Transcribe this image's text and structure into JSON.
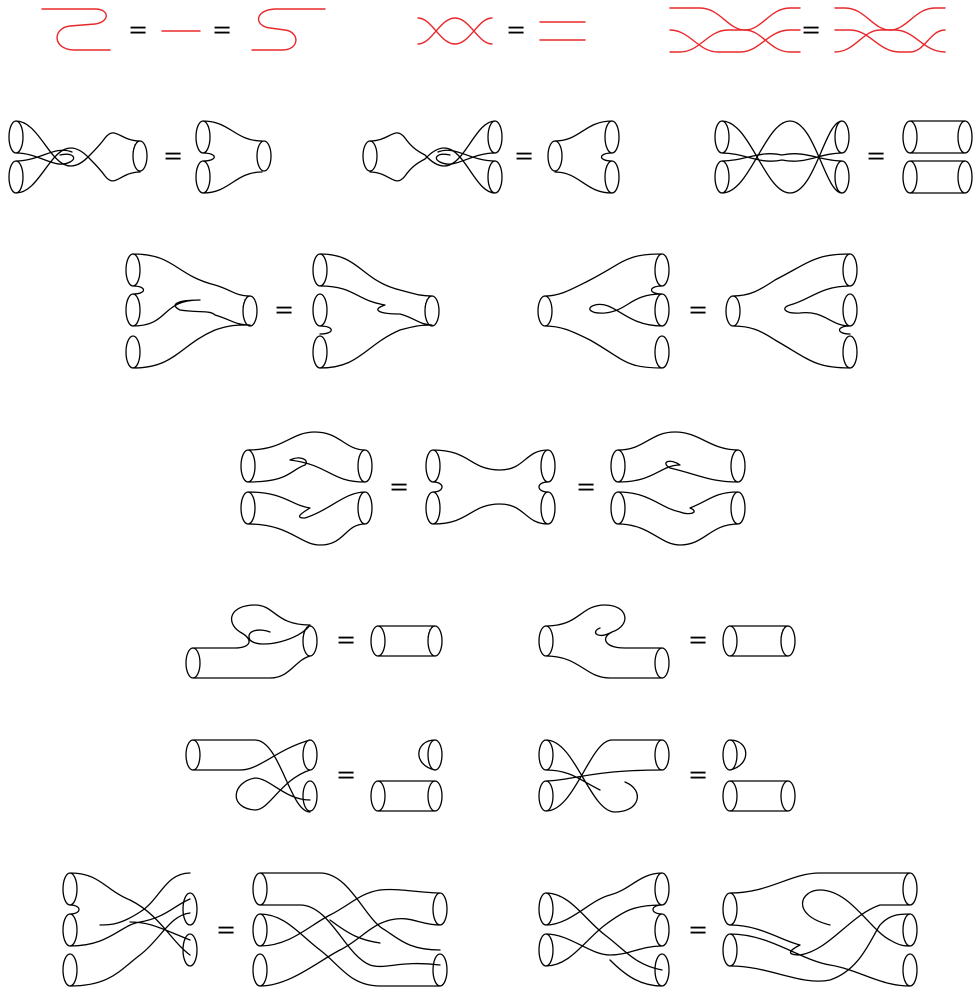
{
  "equals_symbol": "=",
  "relations": [
    {
      "row": 1,
      "kind": "string-diagram",
      "items": [
        "zigzag",
        "straight",
        "zigzag-mirrored",
        "double-crossing",
        "parallel",
        "braid-left",
        "braid-right"
      ]
    },
    {
      "row": 2,
      "kind": "cobordism",
      "items": [
        "twist-merge",
        "merge",
        "split-twist",
        "split",
        "double-twist",
        "two-cylinders"
      ]
    },
    {
      "row": 3,
      "kind": "cobordism",
      "items": [
        "associativity-left",
        "associativity-right",
        "coassociativity-left",
        "coassociativity-right"
      ]
    },
    {
      "row": 4,
      "kind": "cobordism",
      "items": [
        "frobenius-left",
        "frobenius-middle",
        "frobenius-right"
      ]
    },
    {
      "row": 5,
      "kind": "cobordism",
      "items": [
        "snake-left",
        "cylinder",
        "snake-right",
        "cylinder"
      ]
    },
    {
      "row": 6,
      "kind": "cobordism",
      "items": [
        "twist-cap",
        "cap-plus-cylinder",
        "twist-cup",
        "cup-plus-cylinder"
      ]
    },
    {
      "row": 7,
      "kind": "cobordism",
      "items": [
        "merge-braid",
        "braid-merge",
        "braid-split",
        "split-braid"
      ]
    }
  ],
  "colors": {
    "string": "#e8282a",
    "surface": "#000000",
    "background": "#ffffff"
  }
}
